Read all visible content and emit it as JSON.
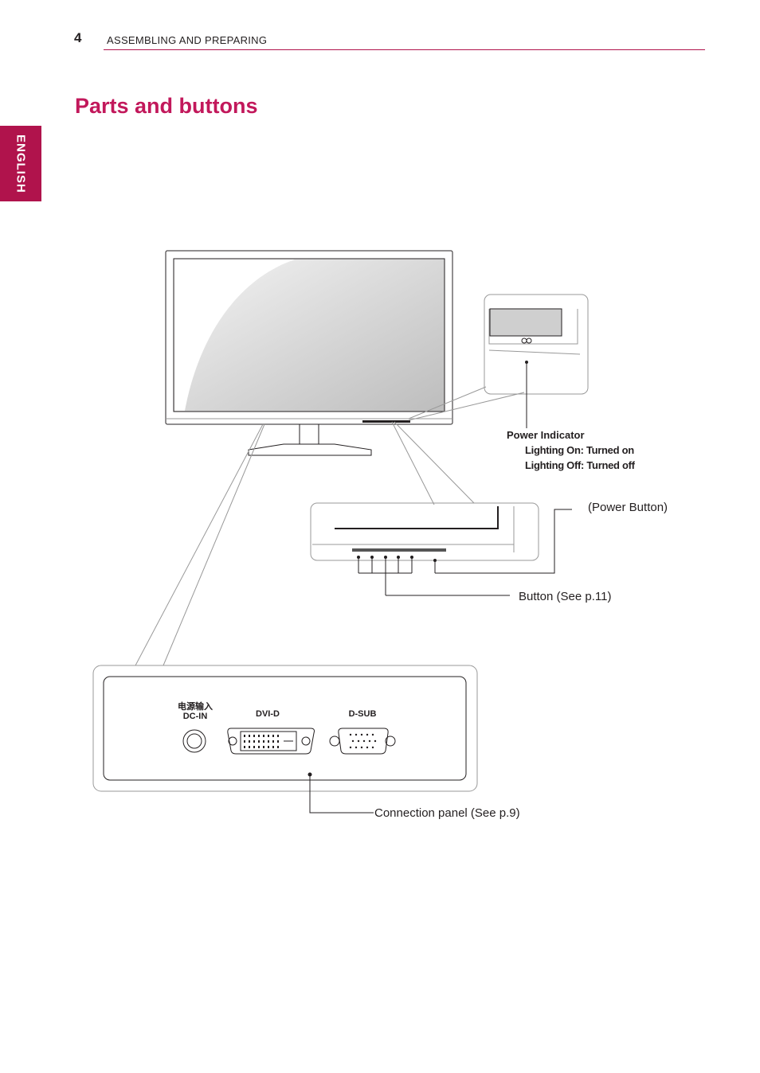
{
  "header": {
    "page_number": "4",
    "section": "ASSEMBLING AND PREPARING",
    "language_tab": "ENGLISH"
  },
  "title": "Parts and buttons",
  "callouts": {
    "power_indicator": "Power Indicator",
    "lighting_on": "Lighting On: Turned on",
    "lighting_off": "Lighting Off: Turned off",
    "power_button": "(Power Button)",
    "button": "Button (See p.11)",
    "connection_panel": "Connection panel (See p.9)"
  },
  "ports": {
    "dc_in_cn": "电源输入",
    "dc_in": "DC-IN",
    "dvi": "DVI-D",
    "dsub": "D-SUB"
  },
  "colors": {
    "accent": "#b0134c",
    "title": "#c2185b"
  }
}
